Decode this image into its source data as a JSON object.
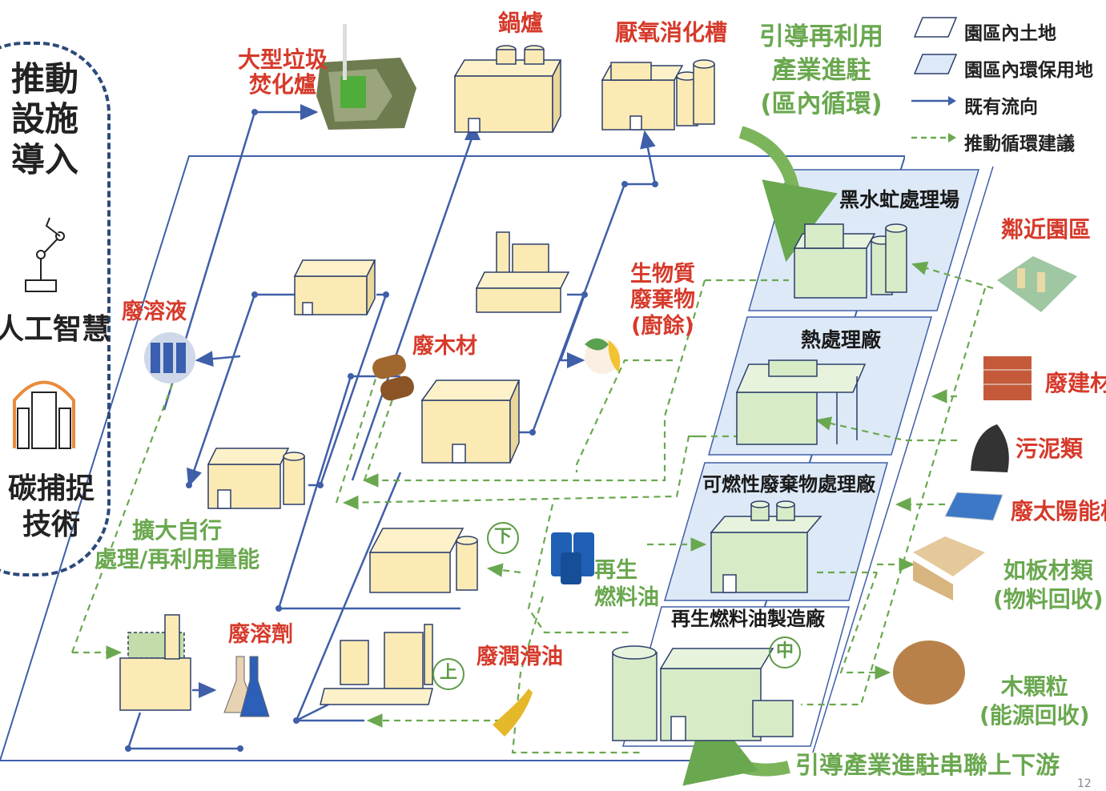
{
  "legend": {
    "items": [
      {
        "label": "園區內土地",
        "kind": "white-parallelogram"
      },
      {
        "label": "園區內環保用地",
        "kind": "blue-parallelogram"
      },
      {
        "label": "既有流向",
        "kind": "solid-arrow"
      },
      {
        "label": "推動循環建議",
        "kind": "dashed-arrow"
      }
    ]
  },
  "left_panel": {
    "title": "推動\n設施\n導入",
    "ai_label": "人工智慧",
    "carbon_label": "碳捕捉\n技術"
  },
  "labels": {
    "incinerator": "大型垃圾\n焚化爐",
    "boiler": "鍋爐",
    "anaerobic": "厭氧消化槽",
    "guide_top": "引導再利用\n產業進駐\n(區內循環)",
    "waste_solution": "廢溶液",
    "waste_wood": "廢木材",
    "biomass": "生物質\n廢棄物\n(廚餘)",
    "expand": "擴大自行\n處理/再利用量能",
    "waste_solvent": "廢溶劑",
    "regen_oil": "再生\n燃料油",
    "waste_lube": "廢潤滑油",
    "guide_bottom": "引導產業進駐串聯上下游"
  },
  "plants": {
    "black_water": "黑水虻處理場",
    "heat": "熱處理廠",
    "combustible": "可燃性廢棄物處理廠",
    "regen_fuel": "再生燃料油製造廠"
  },
  "outside": {
    "nearby_park": "鄰近園區",
    "construction_waste": "廢建材",
    "sludge": "污泥類",
    "solar_panel": "廢太陽能板",
    "boards": "如板材類\n(物料回收)",
    "pellets": "木顆粒\n(能源回收)"
  },
  "markers": {
    "up": "上",
    "mid": "中",
    "down": "下"
  },
  "page_number": "12",
  "colors": {
    "solid_flow": "#3f5fa8",
    "dashed_flow": "#6aa84f",
    "eco_land": "#dde9f7",
    "title_red": "#d63a2b",
    "guide_green": "#6aa84f"
  }
}
